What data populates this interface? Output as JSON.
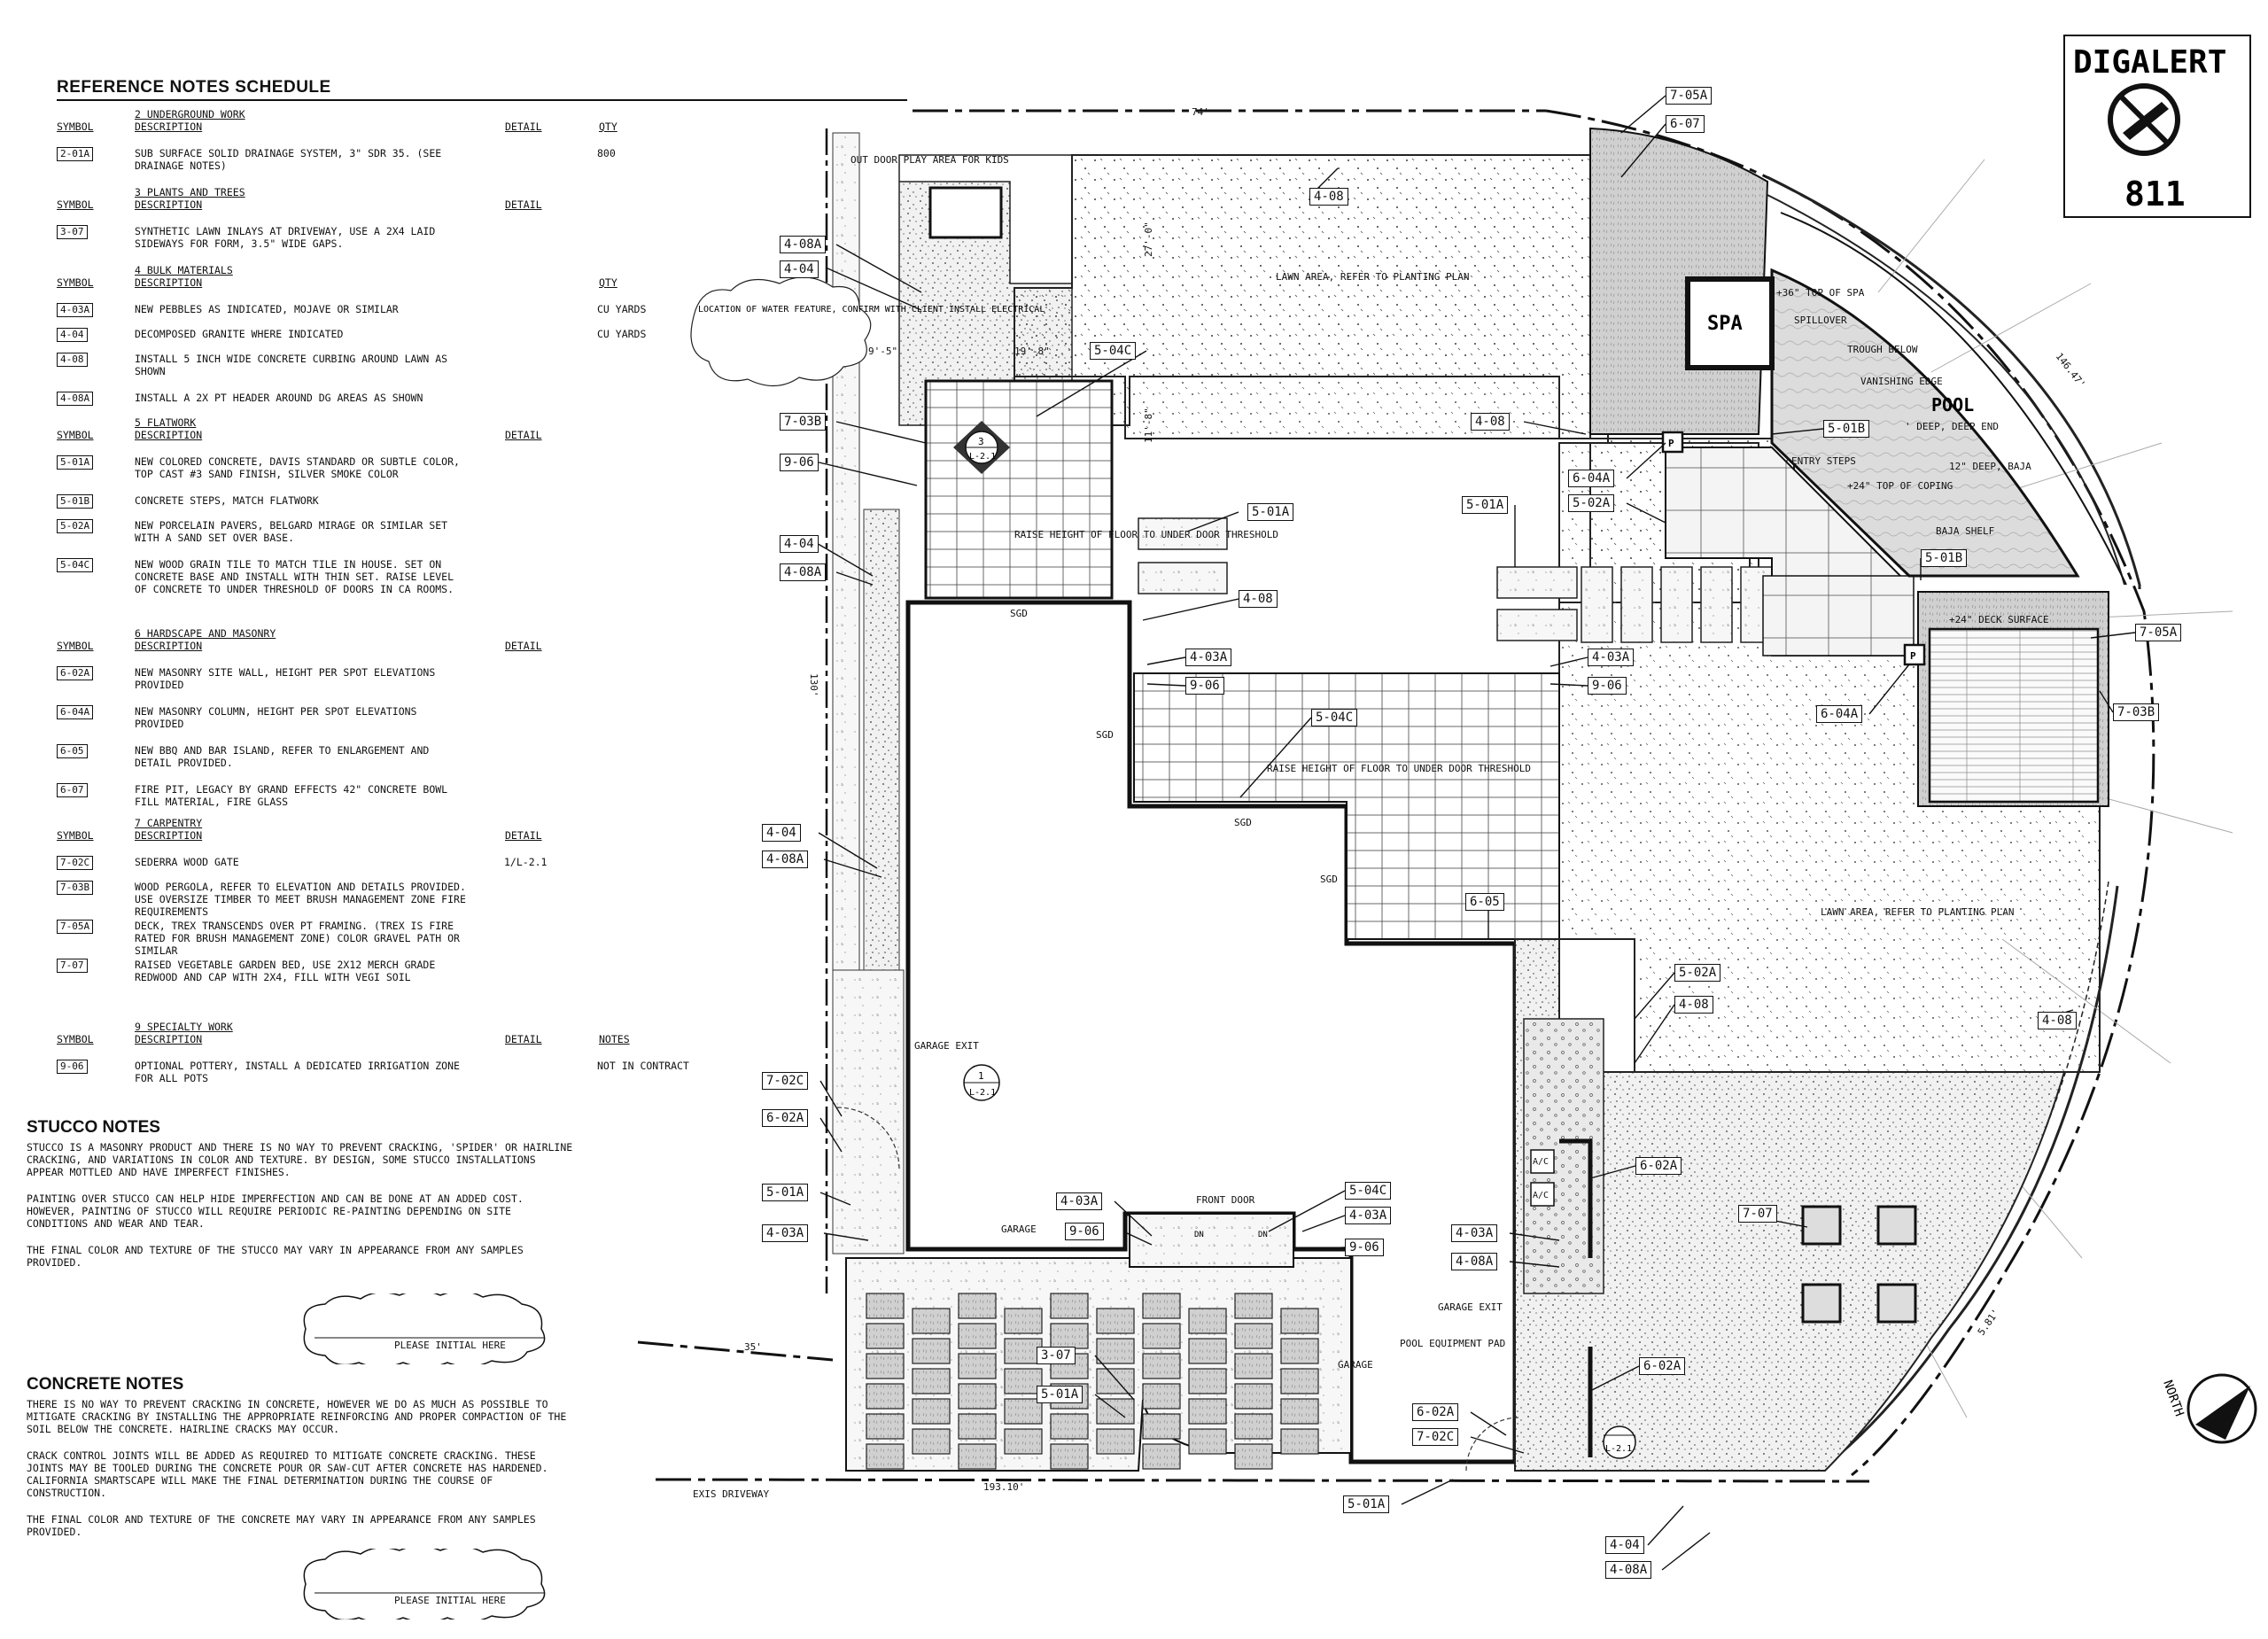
{
  "schedule": {
    "title": "REFERENCE NOTES SCHEDULE",
    "sections": [
      {
        "heading": "2 UNDERGROUND WORK",
        "cols": [
          "SYMBOL",
          "DESCRIPTION",
          "DETAIL",
          "QTY"
        ],
        "rows": [
          {
            "sym": "2-01A",
            "desc": "SUB SURFACE SOLID DRAINAGE SYSTEM, 3\" SDR 35. (SEE DRAINAGE NOTES)",
            "detail": "",
            "qty": "800"
          }
        ]
      },
      {
        "heading": "3 PLANTS AND TREES",
        "cols": [
          "SYMBOL",
          "DESCRIPTION",
          "DETAIL",
          ""
        ],
        "rows": [
          {
            "sym": "3-07",
            "desc": "SYNTHETIC LAWN INLAYS AT DRIVEWAY, USE A 2X4 LAID SIDEWAYS FOR FORM, 3.5\" WIDE GAPS.",
            "detail": "",
            "qty": ""
          }
        ]
      },
      {
        "heading": "4 BULK MATERIALS",
        "cols": [
          "SYMBOL",
          "DESCRIPTION",
          "",
          "QTY"
        ],
        "rows": [
          {
            "sym": "4-03A",
            "desc": "NEW PEBBLES AS INDICATED, MOJAVE OR SIMILAR",
            "detail": "",
            "qty": "CU YARDS"
          },
          {
            "sym": "4-04",
            "desc": "DECOMPOSED GRANITE WHERE INDICATED",
            "detail": "",
            "qty": "CU YARDS"
          },
          {
            "sym": "4-08",
            "desc": "INSTALL 5 INCH WIDE CONCRETE CURBING AROUND LAWN AS SHOWN",
            "detail": "",
            "qty": ""
          },
          {
            "sym": "4-08A",
            "desc": "INSTALL A 2X PT HEADER AROUND DG AREAS AS SHOWN",
            "detail": "",
            "qty": ""
          }
        ]
      },
      {
        "heading": "5 FLATWORK",
        "cols": [
          "SYMBOL",
          "DESCRIPTION",
          "DETAIL",
          ""
        ],
        "rows": [
          {
            "sym": "5-01A",
            "desc": "NEW COLORED CONCRETE, DAVIS STANDARD OR SUBTLE COLOR, TOP CAST #3 SAND FINISH, SILVER SMOKE COLOR",
            "detail": "",
            "qty": ""
          },
          {
            "sym": "5-01B",
            "desc": "CONCRETE STEPS, MATCH FLATWORK",
            "detail": "",
            "qty": ""
          },
          {
            "sym": "5-02A",
            "desc": "NEW PORCELAIN PAVERS, BELGARD MIRAGE OR SIMILAR SET WITH A SAND SET OVER BASE.",
            "detail": "",
            "qty": ""
          },
          {
            "sym": "5-04C",
            "desc": "NEW WOOD GRAIN TILE TO MATCH TILE IN HOUSE. SET ON CONCRETE BASE AND INSTALL WITH THIN SET. RAISE LEVEL OF CONCRETE TO UNDER THRESHOLD OF DOORS IN CA ROOMS.",
            "detail": "",
            "qty": ""
          }
        ]
      },
      {
        "heading": "6 HARDSCAPE AND MASONRY",
        "cols": [
          "SYMBOL",
          "DESCRIPTION",
          "DETAIL",
          ""
        ],
        "rows": [
          {
            "sym": "6-02A",
            "desc": "NEW MASONRY SITE WALL, HEIGHT PER SPOT ELEVATIONS PROVIDED",
            "detail": "",
            "qty": ""
          },
          {
            "sym": "6-04A",
            "desc": "NEW MASONRY COLUMN, HEIGHT PER SPOT ELEVATIONS PROVIDED",
            "detail": "",
            "qty": ""
          },
          {
            "sym": "6-05",
            "desc": "NEW BBQ AND BAR ISLAND, REFER TO ENLARGEMENT AND DETAIL PROVIDED.",
            "detail": "",
            "qty": ""
          },
          {
            "sym": "6-07",
            "desc": "FIRE PIT, LEGACY BY GRAND EFFECTS 42\" CONCRETE BOWL FILL MATERIAL, FIRE GLASS",
            "detail": "",
            "qty": ""
          }
        ]
      },
      {
        "heading": "7 CARPENTRY",
        "cols": [
          "SYMBOL",
          "DESCRIPTION",
          "DETAIL",
          ""
        ],
        "rows": [
          {
            "sym": "7-02C",
            "desc": "SEDERRA WOOD GATE",
            "detail": "1/L-2.1",
            "qty": ""
          },
          {
            "sym": "7-03B",
            "desc": "WOOD PERGOLA, REFER TO ELEVATION AND DETAILS PROVIDED. USE OVERSIZE TIMBER TO MEET BRUSH MANAGEMENT ZONE FIRE REQUIREMENTS",
            "detail": "",
            "qty": ""
          },
          {
            "sym": "7-05A",
            "desc": "DECK, TREX TRANSCENDS OVER PT FRAMING. (TREX IS FIRE RATED FOR BRUSH MANAGEMENT ZONE) COLOR GRAVEL PATH OR SIMILAR",
            "detail": "",
            "qty": ""
          },
          {
            "sym": "7-07",
            "desc": "RAISED VEGETABLE GARDEN BED, USE 2X12 MERCH GRADE REDWOOD AND CAP WITH 2X4, FILL WITH VEGI SOIL",
            "detail": "",
            "qty": ""
          }
        ]
      },
      {
        "heading": "9 SPECIALTY WORK",
        "cols": [
          "SYMBOL",
          "DESCRIPTION",
          "DETAIL",
          "NOTES"
        ],
        "rows": [
          {
            "sym": "9-06",
            "desc": "OPTIONAL POTTERY, INSTALL A DEDICATED IRRIGATION ZONE FOR ALL POTS",
            "detail": "",
            "qty": "NOT IN CONTRACT"
          }
        ]
      }
    ]
  },
  "stucco": {
    "title": "STUCCO NOTES",
    "p1": "STUCCO IS A MASONRY PRODUCT AND THERE IS NO WAY TO PREVENT CRACKING, 'SPIDER' OR HAIRLINE CRACKING, AND VARIATIONS IN COLOR AND TEXTURE. BY DESIGN, SOME STUCCO INSTALLATIONS APPEAR MOTTLED AND HAVE IMPERFECT FINISHES.",
    "p2": "PAINTING OVER STUCCO CAN HELP HIDE IMPERFECTION AND CAN BE DONE AT AN ADDED COST. HOWEVER, PAINTING OF STUCCO WILL REQUIRE PERIODIC RE-PAINTING DEPENDING ON SITE CONDITIONS AND WEAR AND TEAR.",
    "p3": "THE FINAL COLOR AND TEXTURE OF THE STUCCO MAY VARY IN APPEARANCE FROM ANY SAMPLES PROVIDED.",
    "initial": "PLEASE INITIAL HERE"
  },
  "concrete": {
    "title": "CONCRETE NOTES",
    "p1": "THERE IS NO WAY TO PREVENT CRACKING IN CONCRETE, HOWEVER WE DO AS MUCH AS POSSIBLE TO MITIGATE CRACKING BY INSTALLING THE APPROPRIATE REINFORCING AND PROPER COMPACTION OF THE SOIL BELOW THE CONCRETE. HAIRLINE CRACKS MAY OCCUR.",
    "p2": "CRACK CONTROL JOINTS WILL BE ADDED AS REQUIRED TO MITIGATE CONCRETE CRACKING. THESE JOINTS MAY BE TOOLED DURING THE CONCRETE POUR OR SAW-CUT AFTER CONCRETE HAS HARDENED. CALIFORNIA SMARTSCAPE WILL MAKE THE FINAL DETERMINATION DURING THE COURSE OF CONSTRUCTION.",
    "p3": "THE FINAL COLOR AND TEXTURE OF THE CONCRETE MAY VARY IN APPEARANCE FROM ANY SAMPLES PROVIDED.",
    "initial": "PLEASE INITIAL HERE"
  },
  "digalert": {
    "name": "DIGALERT",
    "number": "811"
  },
  "north": "NORTH",
  "plan": {
    "labels": {
      "outdoor_play": "OUT DOOR PLAY AREA FOR KIDS",
      "water_feature": "LOCATION OF WATER FEATURE, CONFIRM WITH CLIENT INSTALL ELECTRICAL",
      "lawn1": "LAWN AREA, REFER TO PLANTING PLAN",
      "lawn2": "LAWN AREA, REFER TO PLANTING PLAN",
      "raise1": "RAISE HEIGHT OF FLOOR TO UNDER DOOR THRESHOLD",
      "raise2": "RAISE HEIGHT OF FLOOR TO UNDER DOOR THRESHOLD",
      "spa": "SPA",
      "pool": "POOL",
      "pool_depth": "' DEEP, DEEP END",
      "top_spa": "+36\" TOP OF SPA",
      "spillover": "SPILLOVER",
      "trough": "TROUGH BELOW",
      "vanishing": "VANISHING EDGE",
      "entry_steps": "ENTRY STEPS",
      "top_coping": "+24\" TOP OF COPING",
      "baja_deep": "12\" DEEP, BAJA",
      "baja_shelf": "BAJA SHELF",
      "deck_surface": "+24\" DECK SURFACE",
      "sgd": "SGD",
      "garage_exit": "GARAGE EXIT",
      "garage": "GARAGE",
      "front_door": "FRONT DOOR",
      "pool_equip": "POOL EQUIPMENT PAD",
      "exis_driveway": "EXIS DRIVEWAY",
      "ac": "A/C",
      "dim_74": "74'",
      "dim_27": "27'-0\"",
      "dim_19": "19'-8\"",
      "dim_11": "11'-8\"",
      "dim_9": "9'-5\"",
      "dim_146": "146.47'",
      "dim_35": "35'",
      "dim_193": "193.10'",
      "dim_5": "5.81'",
      "dim_130": "130'",
      "sec3": "3",
      "sec3b": "L-2.1",
      "sec1": "1",
      "sec1b": "L-2.1",
      "secL": "L-2.1",
      "p": "P",
      "dn": "DN"
    }
  }
}
